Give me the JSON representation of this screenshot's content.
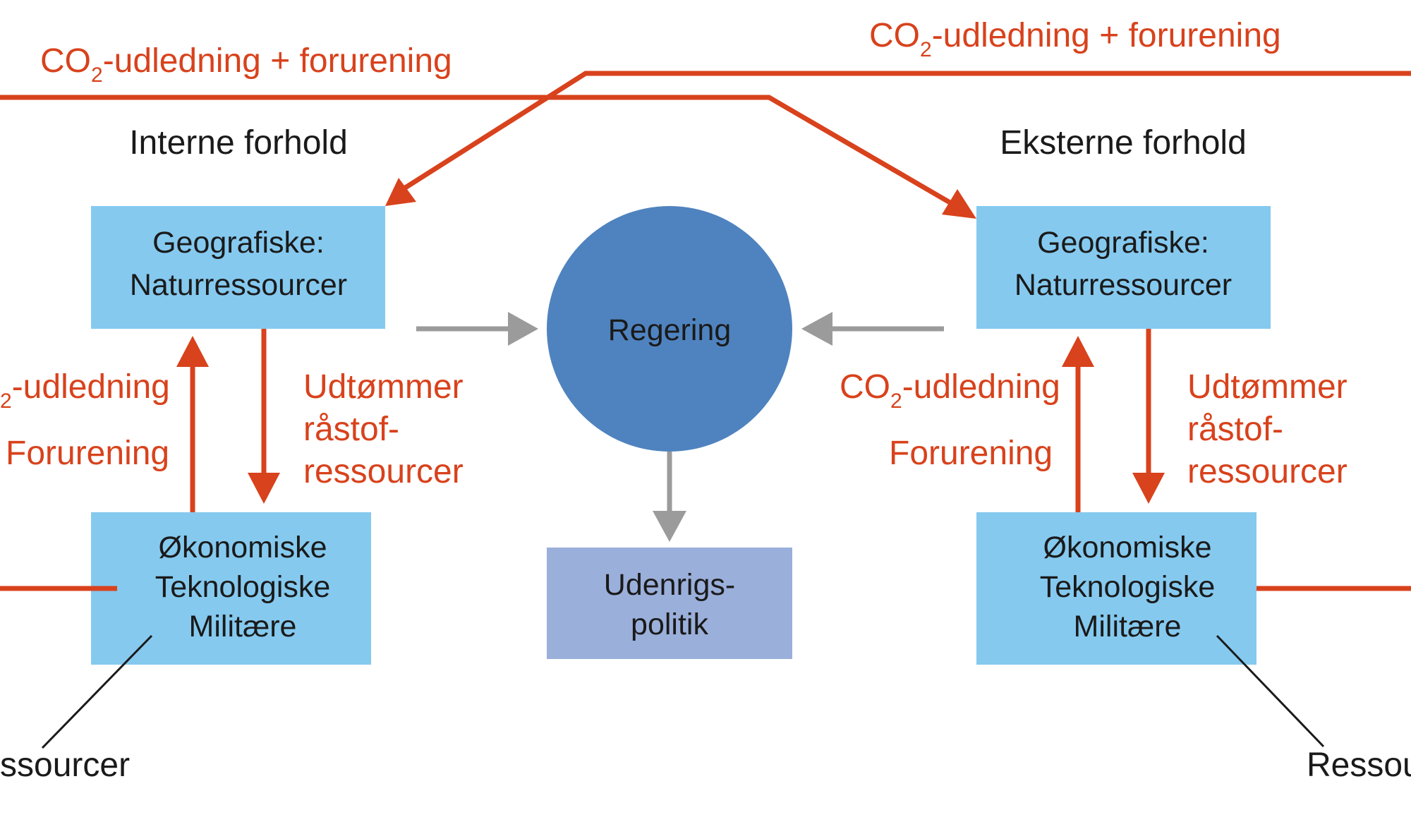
{
  "colors": {
    "orange": "#d8421c",
    "box_light": "#85c9ef",
    "circle": "#4f83bf",
    "box_purple": "#9aafda",
    "grey_arrow": "#9b9b9b",
    "text": "#1a1a1a"
  },
  "top_left_label": {
    "co": "CO",
    "sub": "2",
    "rest": "-udledning + forurening"
  },
  "top_right_label": {
    "co": "CO",
    "sub": "2",
    "rest": "-udledning + forurening"
  },
  "left": {
    "heading": "Interne forhold",
    "geo_line1": "Geografiske:",
    "geo_line2": "Naturressourcer",
    "eco_line1": "Økonomiske",
    "eco_line2": "Teknologiske",
    "eco_line3": "Militære",
    "co2_sub": "2",
    "co2_rest": "-udledning",
    "forurening": "Forurening",
    "udt_line1": "Udtømmer",
    "udt_line2": "råstof-",
    "udt_line3": "ressourcer",
    "ressourcer": "ssourcer"
  },
  "right": {
    "heading": "Eksterne forhold",
    "geo_line1": "Geografiske:",
    "geo_line2": "Naturressourcer",
    "eco_line1": "Økonomiske",
    "eco_line2": "Teknologiske",
    "eco_line3": "Militære",
    "co2_co": "CO",
    "co2_sub": "2",
    "co2_rest": "-udledning",
    "forurening": "Forurening",
    "udt_line1": "Udtømmer",
    "udt_line2": "råstof-",
    "udt_line3": "ressourcer",
    "ressourcer": "Ressou"
  },
  "center": {
    "circle_label": "Regering",
    "policy_line1": "Udenrigs-",
    "policy_line2": "politik"
  }
}
